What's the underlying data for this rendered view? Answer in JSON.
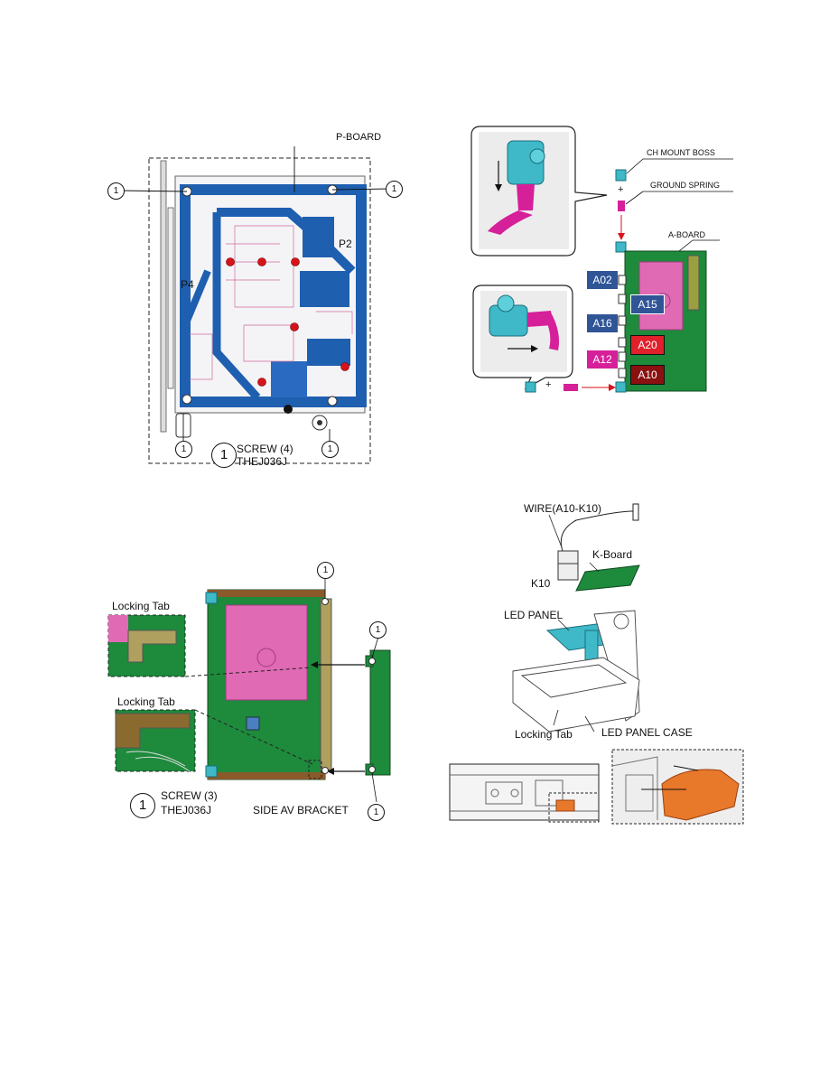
{
  "figure_p_board": {
    "board_label": "P-BOARD",
    "connector_p2": "P2",
    "connector_p4": "P4",
    "screw_marker": "1",
    "legend_marker": "1",
    "legend_line1": "SCREW (4)",
    "legend_line2": "THEJ036J"
  },
  "figure_a_board": {
    "ch_mount_boss": "CH  MOUNT BOSS",
    "ground_spring": "GROUND SPRING",
    "board_label": "A-BOARD",
    "plus_sign": "+",
    "connectors": [
      {
        "label": "A02",
        "color": "#2f5597"
      },
      {
        "label": "A15",
        "color": "#2f5597"
      },
      {
        "label": "A16",
        "color": "#2f5597"
      },
      {
        "label": "A20",
        "color": "#e0202a"
      },
      {
        "label": "A12",
        "color": "#d6209a"
      },
      {
        "label": "A10",
        "color": "#8b1010"
      }
    ]
  },
  "figure_side_av": {
    "locking_tab_1": "Locking Tab",
    "locking_tab_2": "Locking Tab",
    "screw_marker": "1",
    "legend_marker": "1",
    "legend_line1": "SCREW (3)",
    "legend_line2": "THEJ036J",
    "bracket_label": "SIDE AV BRACKET"
  },
  "figure_led_panel": {
    "wire_label": "WIRE(A10-K10)",
    "k_board_label": "K-Board",
    "k10_label": "K10",
    "led_panel_label": "LED PANEL",
    "locking_tab_label": "Locking Tab",
    "led_panel_case_label": "LED PANEL CASE"
  },
  "colors": {
    "board_green": "#1e8a3c",
    "trace_blue": "#1f5fb0",
    "pink": "#e06ab4",
    "cyan": "#3fb8c8",
    "magenta": "#d6209a",
    "orange": "#e8782a",
    "red_dot": "#d8121a"
  }
}
